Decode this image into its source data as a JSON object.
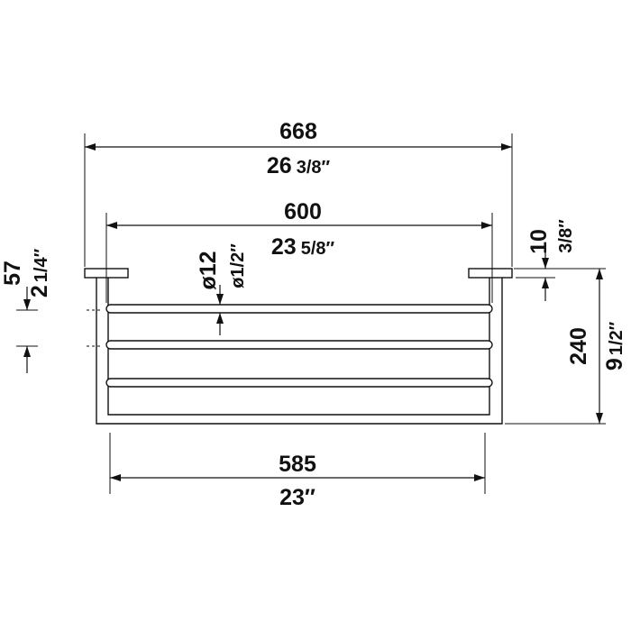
{
  "dimensions": {
    "overall_width": {
      "mm": "668",
      "inch_whole": "26",
      "inch_fraction": "3/8″"
    },
    "bar_length": {
      "mm": "600",
      "inch_whole": "23",
      "inch_fraction": "5/8″"
    },
    "bracket_span": {
      "mm": "585",
      "inch": "23″"
    },
    "height": {
      "mm": "240",
      "inch_whole": "9",
      "inch_fraction": "1/2″"
    },
    "rosette_thickness": {
      "mm": "10",
      "inch": "3/8″"
    },
    "tube_diameter": {
      "mm": "ø12",
      "inch": "ø1/2″"
    },
    "wall_offset": {
      "mm": "57",
      "inch_whole": "2",
      "inch_fraction": "1/4″"
    }
  },
  "colors": {
    "line": "#111111",
    "background": "#ffffff"
  }
}
